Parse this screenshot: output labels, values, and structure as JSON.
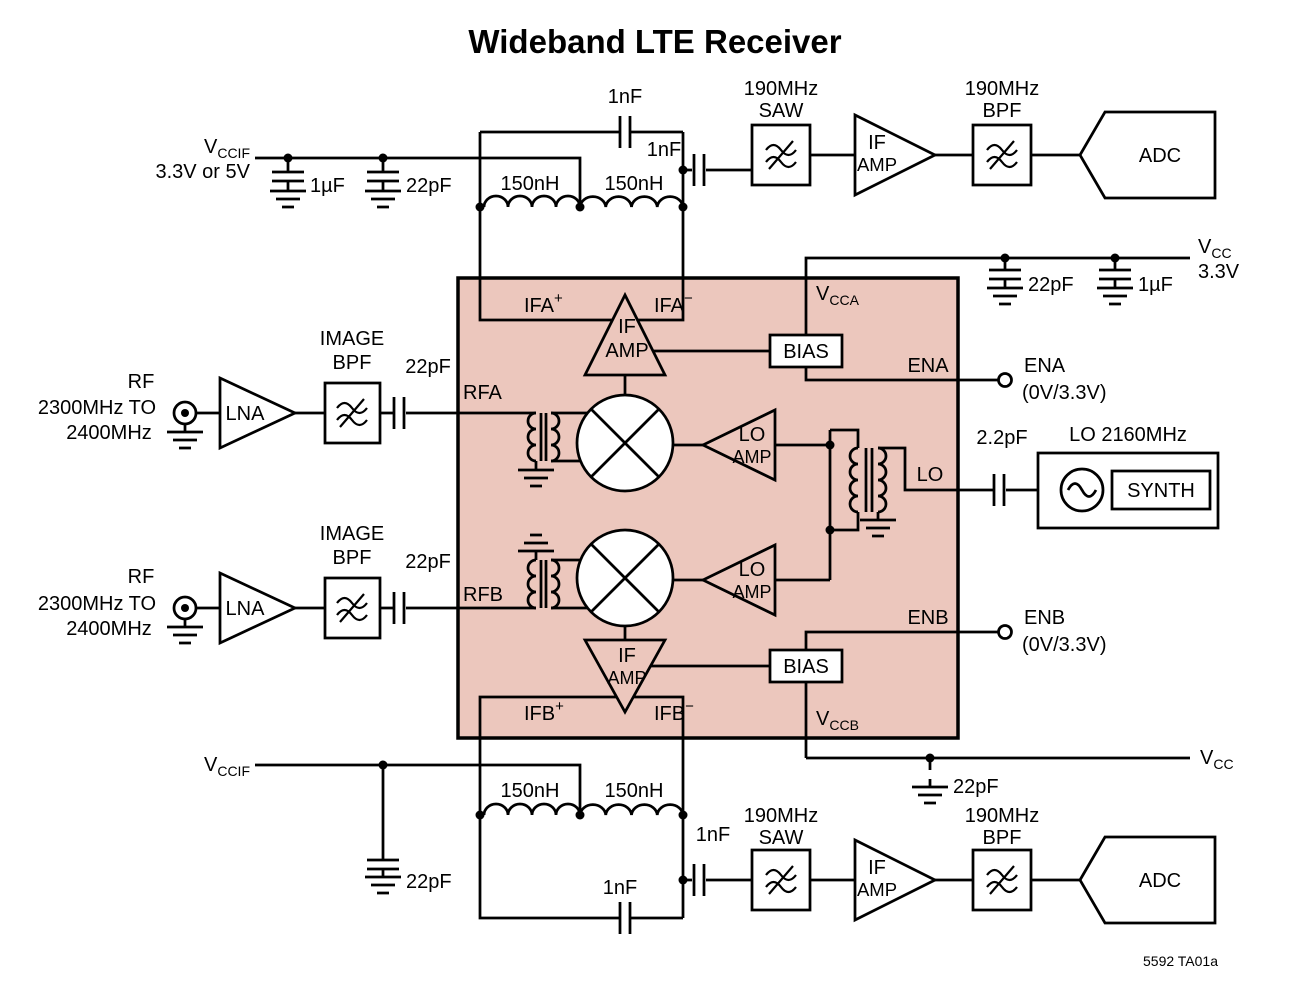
{
  "title": "Wideband LTE Receiver",
  "caption": "5592 TA01a",
  "colors": {
    "chip_fill": "#ecc7bd",
    "line": "#000000"
  },
  "supplies": {
    "v": "V",
    "ccif_sub": "CCIF",
    "cc_sub": "CC",
    "cca_sub": "CCA",
    "ccb_sub": "CCB",
    "vccif_voltage": "3.3V or 5V",
    "vcc_voltage": "3.3V"
  },
  "values": {
    "c1uf": "1µF",
    "c22pf": "22pF",
    "c1nf": "1nF",
    "c2p2pf": "2.2pF",
    "l150nh": "150nH"
  },
  "blocks": {
    "freq_190": "190MHz",
    "saw": "SAW",
    "bpf": "BPF",
    "adc": "ADC",
    "if_line1": "IF",
    "amp_line2": "AMP",
    "lo_line1": "LO",
    "lna": "LNA",
    "image_line1": "IMAGE",
    "bias": "BIAS",
    "synth": "SYNTH"
  },
  "chip_pins": {
    "ifa": "IFA",
    "ifb": "IFB",
    "plus": "+",
    "minus": "−",
    "rfa": "RFA",
    "rfb": "RFB",
    "ena": "ENA",
    "enb": "ENB",
    "lo": "LO"
  },
  "io": {
    "rf": "RF",
    "rf_range_line1": "2300MHz TO",
    "rf_range_line2": "2400MHz",
    "ena": "ENA",
    "enb": "ENB",
    "en_levels": "(0V/3.3V)",
    "lo_source": "LO 2160MHz"
  }
}
